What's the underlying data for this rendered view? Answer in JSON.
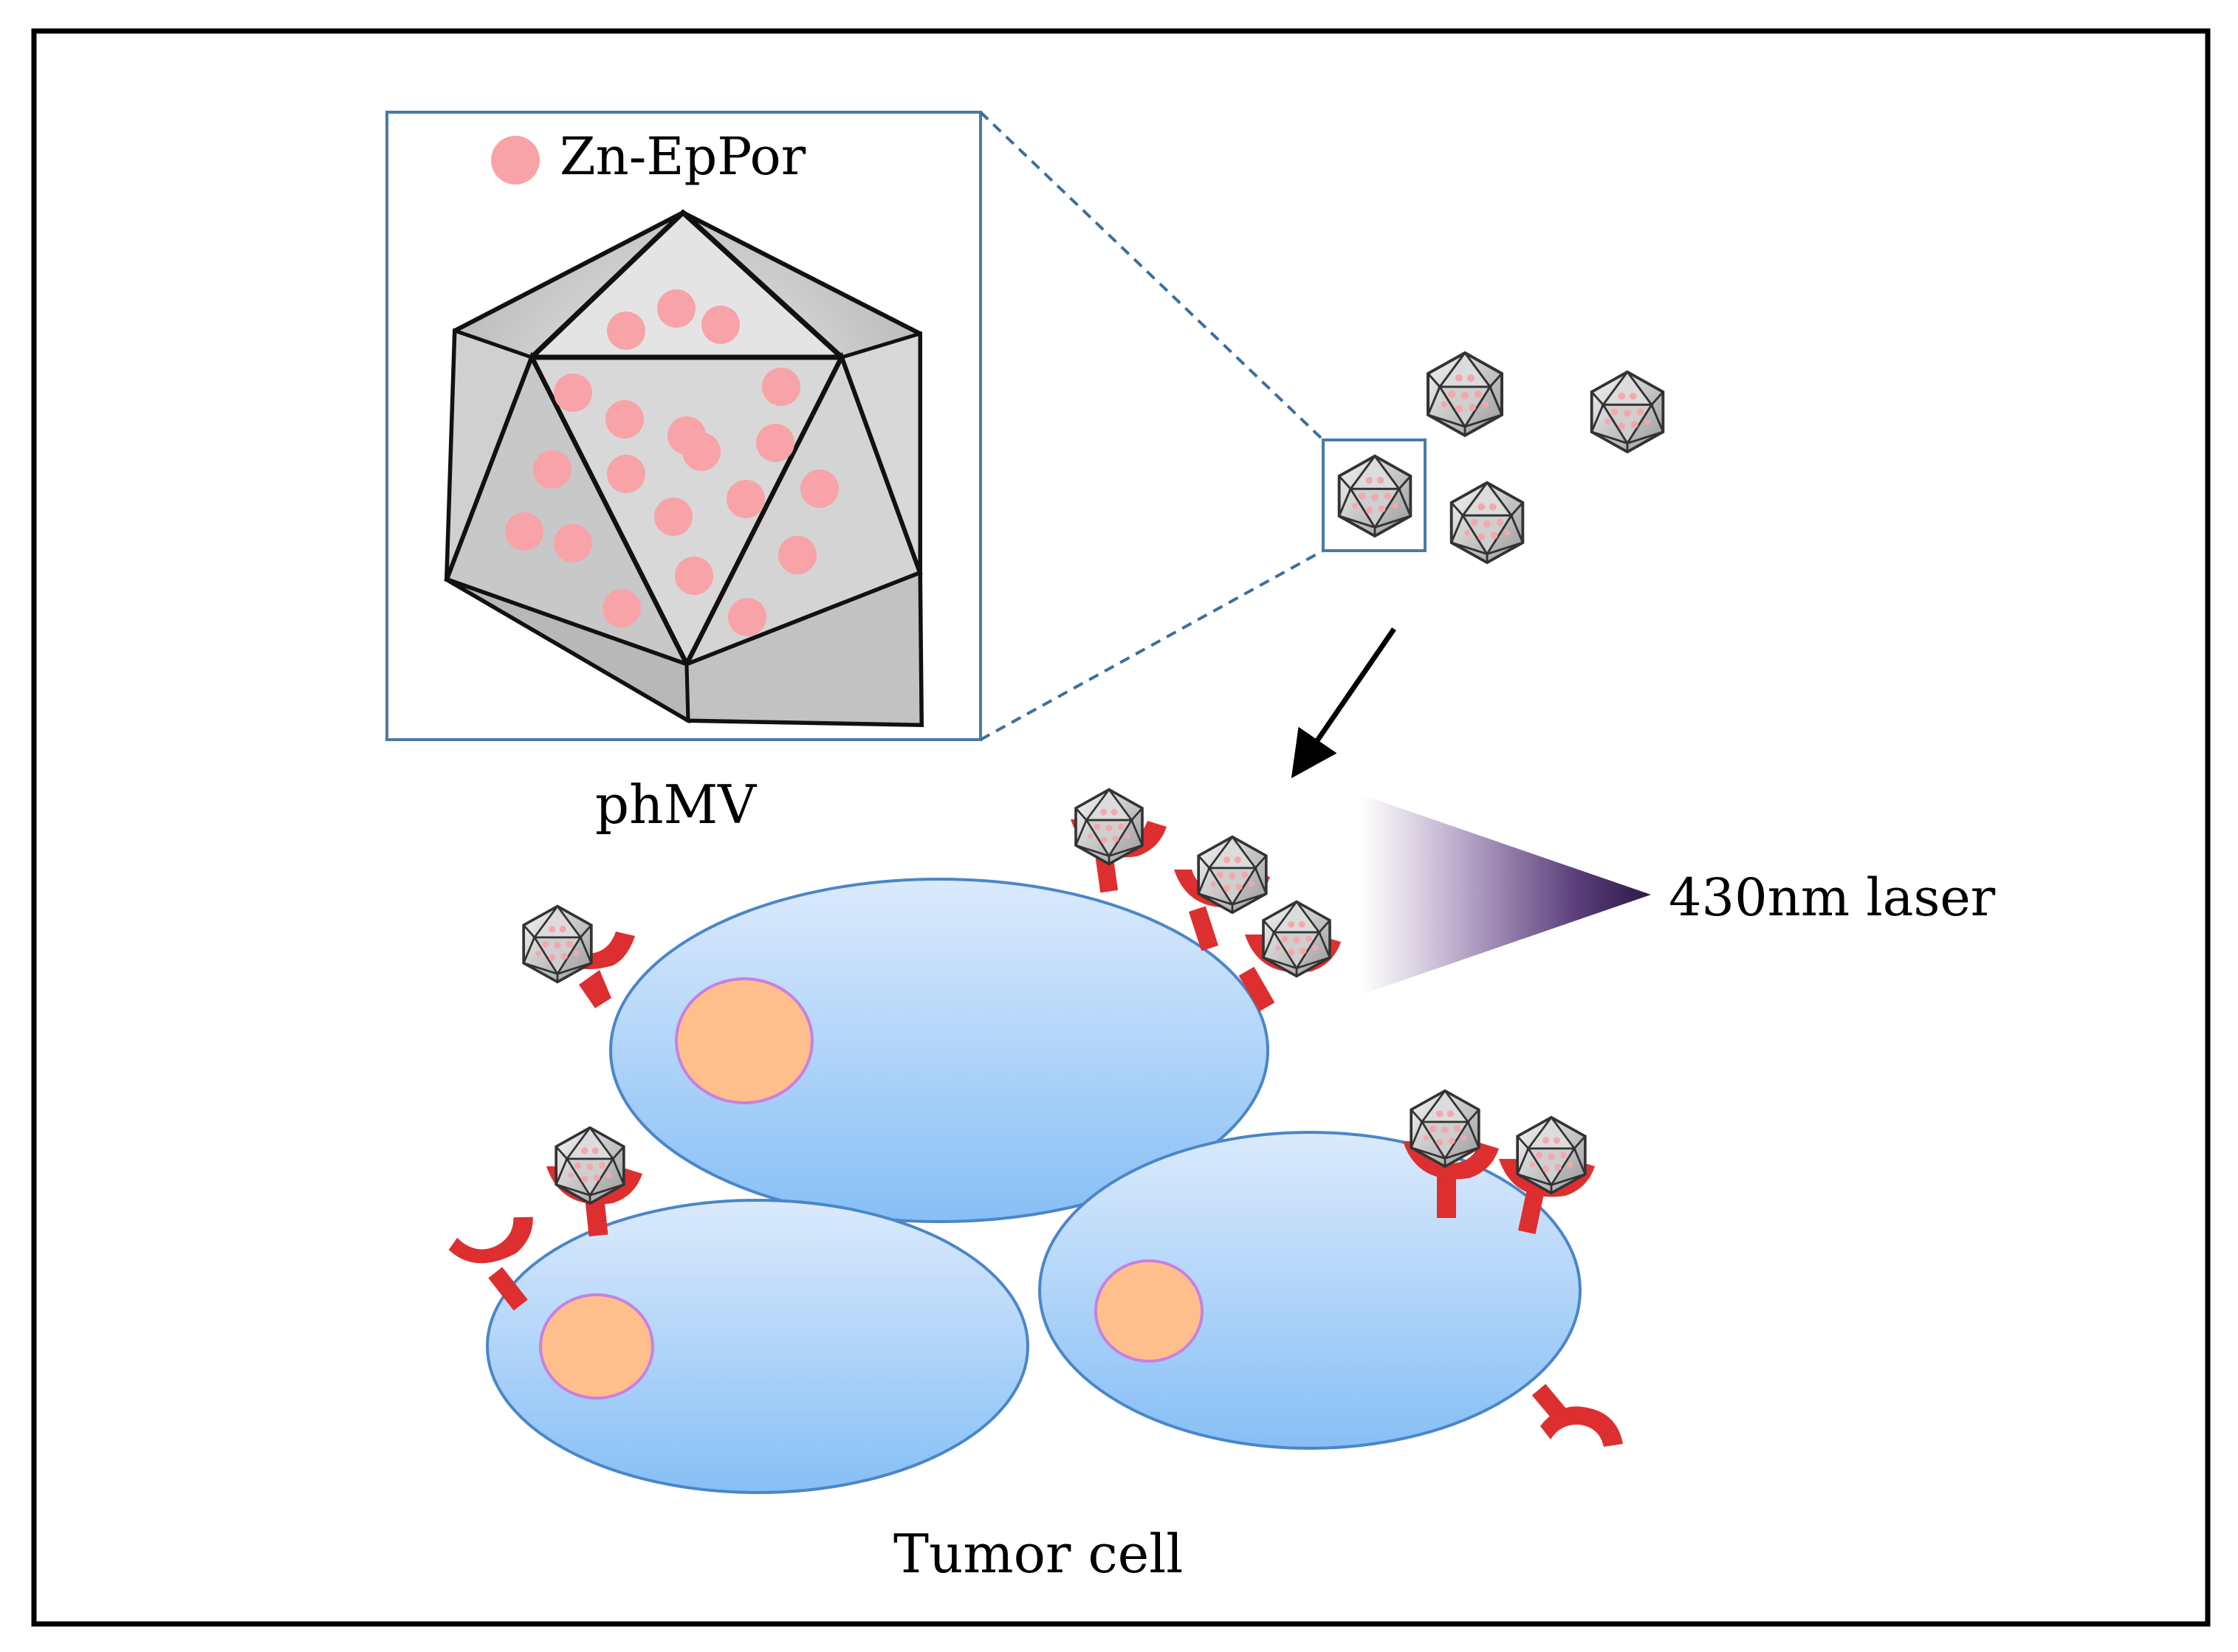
{
  "labels": {
    "legend": "Zn-EpPor",
    "particle_name": "phMV",
    "laser": "430nm laser",
    "cell": "Tumor cell"
  },
  "colors": {
    "frame": "#000000",
    "inset_border": "#4a7aa6",
    "porphyrin_dot": "#f7a3a8",
    "cell_fill_top": "#d6e8fb",
    "cell_fill_bottom": "#8cc2f7",
    "cell_stroke": "#4a86c8",
    "nucleus_fill": "#ffbf8c",
    "nucleus_stroke": "#c880e0",
    "receptor": "#dd2f2f",
    "laser_dark": "#3b2258",
    "laser_light": "#ffffff"
  }
}
